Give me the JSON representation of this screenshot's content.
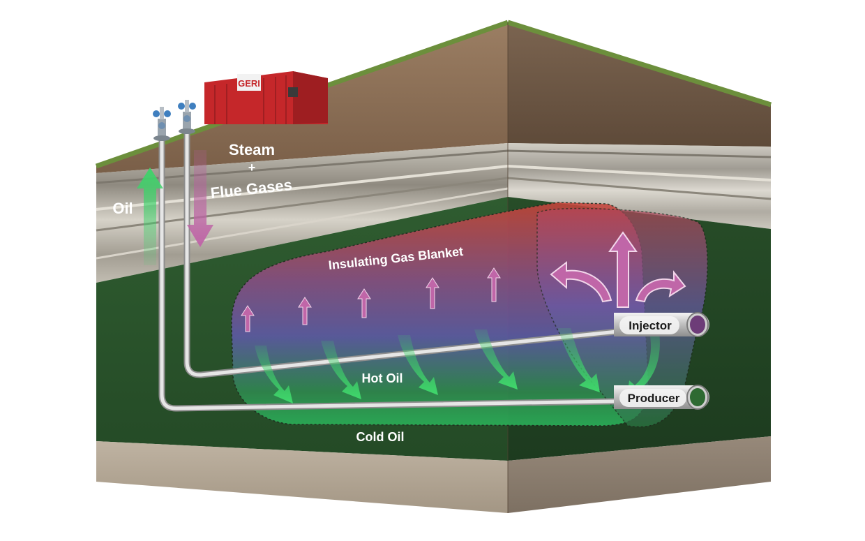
{
  "labels": {
    "oil": "Oil",
    "steam": "Steam",
    "plus": "+",
    "flue_gases": "Flue Gases",
    "gas_blanket": "Insulating Gas Blanket",
    "injector": "Injector",
    "producer": "Producer",
    "hot_oil": "Hot Oil",
    "cold_oil": "Cold Oil",
    "logo_text": "GERI"
  },
  "colors": {
    "sky": "#ffffff",
    "grass": "#6c8f3c",
    "topsoil": "#8a6e55",
    "bedrock": "#aea08d",
    "oil_sand": "#2e5a2e",
    "steam_arrow": "#b65a9b",
    "oil_arrow": "#3ed36a",
    "blanket_top": "#c4423a",
    "blanket_mid": "#6c5aa6",
    "pipe": "#d9d9d9",
    "facility": "#c5272a"
  },
  "icons": {
    "wellhead_left": "wellhead-valve-icon",
    "wellhead_right": "wellhead-valve-icon",
    "facility": "steam-generator-building-icon"
  }
}
